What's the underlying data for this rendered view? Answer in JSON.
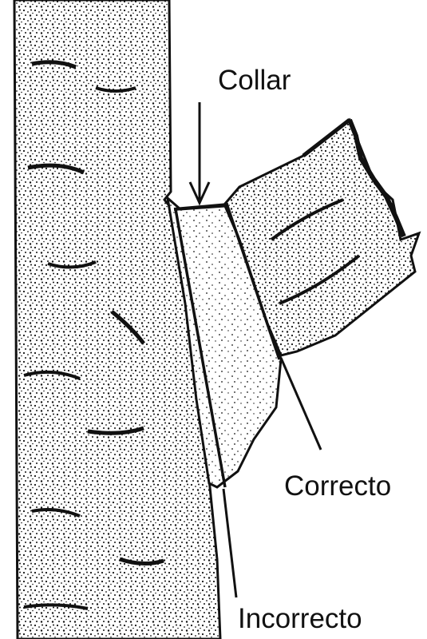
{
  "labels": {
    "collar": "Collar",
    "correct": "Correcto",
    "incorrect": "Incorrecto"
  },
  "colors": {
    "ink": "#111111",
    "paper": "#ffffff"
  }
}
